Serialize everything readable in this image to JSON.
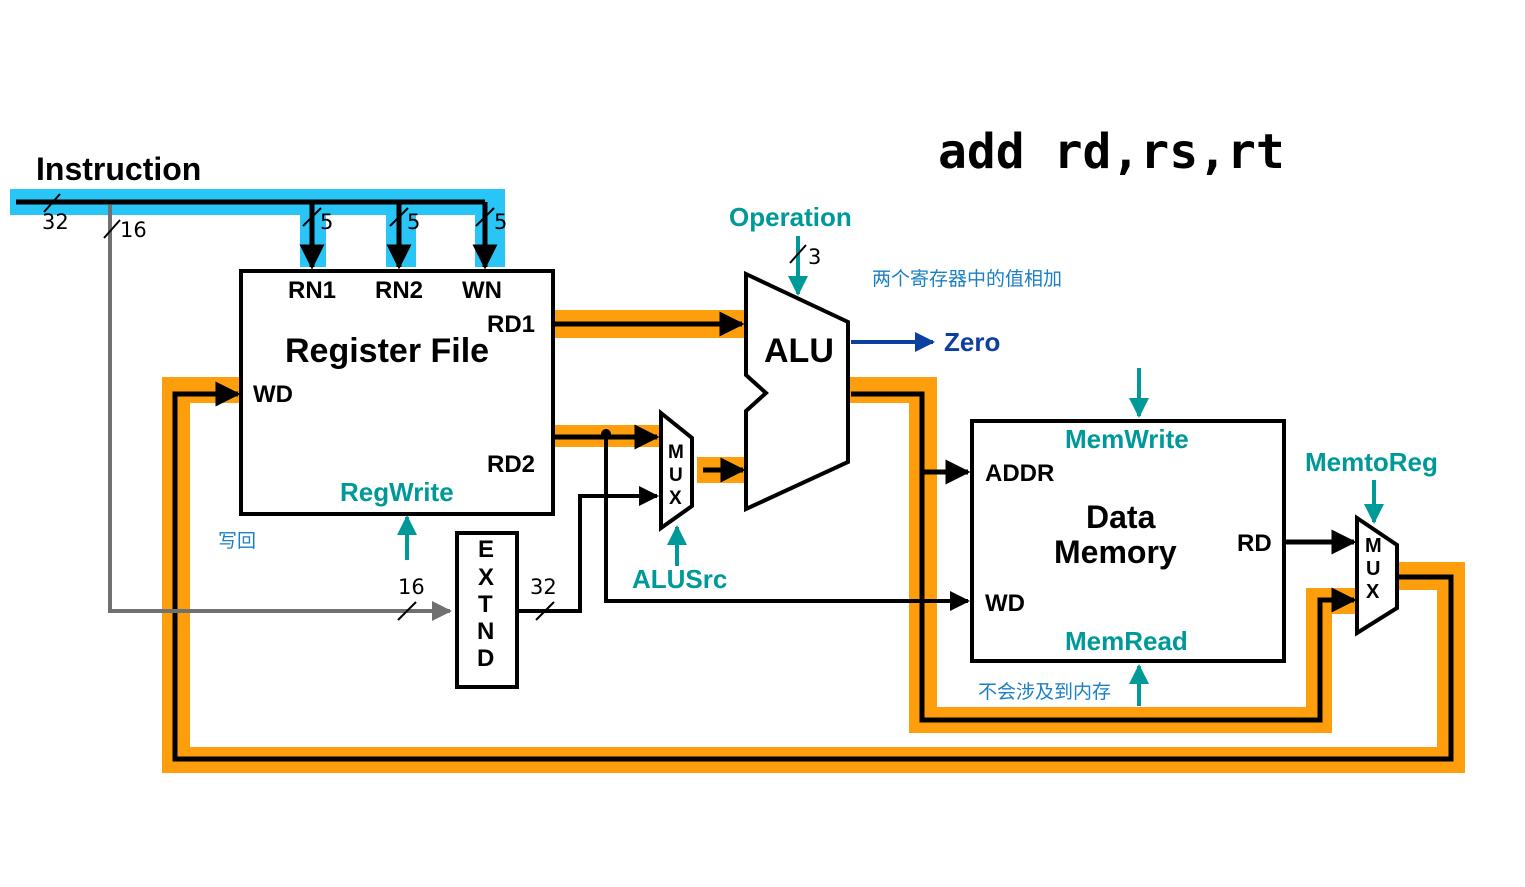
{
  "instruction_title": "add rd,rs,rt",
  "labels": {
    "instruction": "Instruction",
    "bus_width_32": "32",
    "bus_width_16": "16",
    "rn1_width": "5",
    "rn2_width": "5",
    "wn_width": "5",
    "op_width": "3",
    "extend_in_width": "16",
    "extend_out_width": "32"
  },
  "register_file": {
    "title": "Register File",
    "rn1": "RN1",
    "rn2": "RN2",
    "wn": "WN",
    "rd1": "RD1",
    "rd2": "RD2",
    "wd": "WD",
    "reg_write": "RegWrite"
  },
  "alu": {
    "label": "ALU",
    "operation": "Operation",
    "zero": "Zero"
  },
  "alu_mux": {
    "letters": [
      "M",
      "U",
      "X"
    ],
    "control": "ALUSrc"
  },
  "extend": {
    "letters": [
      "E",
      "X",
      "T",
      "N",
      "D"
    ]
  },
  "data_memory": {
    "title_line1": "Data",
    "title_line2": "Memory",
    "addr": "ADDR",
    "wd": "WD",
    "rd": "RD",
    "mem_write": "MemWrite",
    "mem_read": "MemRead"
  },
  "wb_mux": {
    "letters": [
      "M",
      "U",
      "X"
    ],
    "control": "MemtoReg"
  },
  "notes": {
    "alu_note": "两个寄存器中的值相加",
    "writeback_note": "写回",
    "memory_note": "不会涉及到内存"
  },
  "colors": {
    "highlight_blue": "#29c5f6",
    "highlight_orange": "#ff9e0d",
    "control_text": "#009999",
    "zero_arrow": "#0b3fa0",
    "note_text": "#1a7fc4",
    "immediate_path": "#707070"
  }
}
